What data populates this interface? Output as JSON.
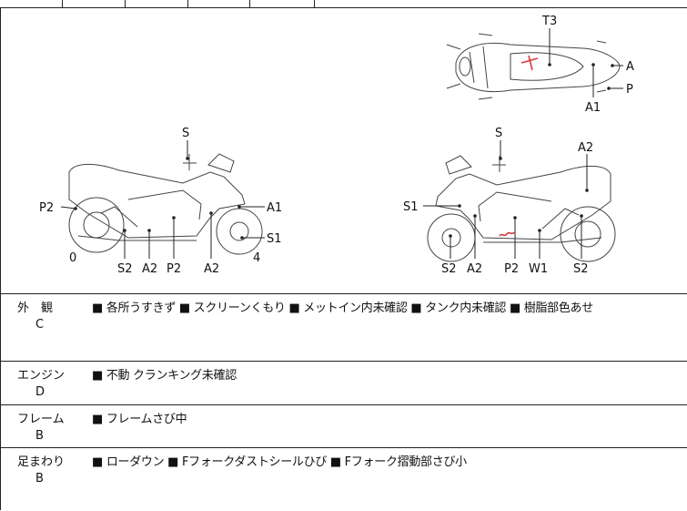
{
  "diagram": {
    "top_view": {
      "labels": [
        "T3",
        "A",
        "P",
        "A1"
      ]
    },
    "left_view": {
      "labels": [
        "S",
        "P2",
        "A1",
        "S1",
        "0",
        "S2",
        "A2",
        "P2",
        "A2",
        "4"
      ]
    },
    "right_view": {
      "labels": [
        "S",
        "A2",
        "S1",
        "S2",
        "A2",
        "P2",
        "W1",
        "S2"
      ]
    }
  },
  "rows": [
    {
      "category": "外　観",
      "grade": "C",
      "notes": "■ 各所うすきず ■ スクリーンくもり ■ メットイン内未確認 ■ タンク内未確認 ■ 樹脂部色あせ"
    },
    {
      "category": "エンジン",
      "grade": "D",
      "notes": "■ 不動 クランキング未確認"
    },
    {
      "category": "フレーム",
      "grade": "B",
      "notes": "■ フレームさび中"
    },
    {
      "category": "足まわり",
      "grade": "B",
      "notes": "■ ローダウン ■ Fフォークダストシールひび ■ Fフォーク摺動部さび小"
    }
  ],
  "colors": {
    "damage_mark": "#d63a3a",
    "line": "#222222"
  }
}
